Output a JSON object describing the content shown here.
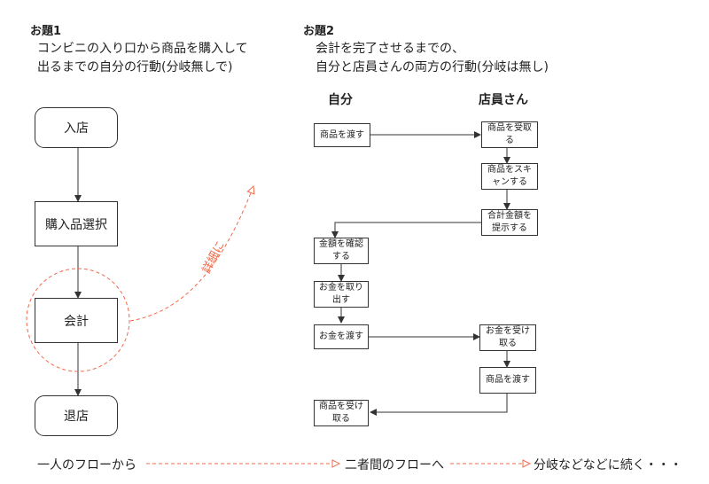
{
  "task1": {
    "heading": "お題1",
    "desc_lines": [
      "コンビニの入り口から商品を購入して",
      "出るまでの自分の行動(分岐無しで)"
    ],
    "nodes": [
      "入店",
      "購入品選択",
      "会計",
      "退店"
    ],
    "detail_note": "詳細に"
  },
  "task2": {
    "heading": "お題2",
    "desc_lines": [
      "会計を完了させるまでの、",
      "自分と店員さんの両方の行動(分岐は無し)"
    ],
    "lane_self": "自分",
    "lane_clerk": "店員さん",
    "steps": {
      "s1": "商品を渡す",
      "c1": "商品を受取\nる",
      "c2": "商品をスキ\nャンする",
      "c3": "合計金額を\n提示する",
      "s2": "金額を確認\nする",
      "s3": "お金を取り\n出す",
      "s4": "お金を渡す",
      "c4": "お金を受け\n取る",
      "c5": "商品を渡す",
      "s5": "商品を受け\n取る"
    }
  },
  "progression": {
    "item1": "一人のフローから",
    "item2": "二者間のフローへ",
    "item3": "分岐などなどに続く・・・"
  },
  "colors": {
    "accent": "#f06a4a",
    "line": "#333333"
  }
}
